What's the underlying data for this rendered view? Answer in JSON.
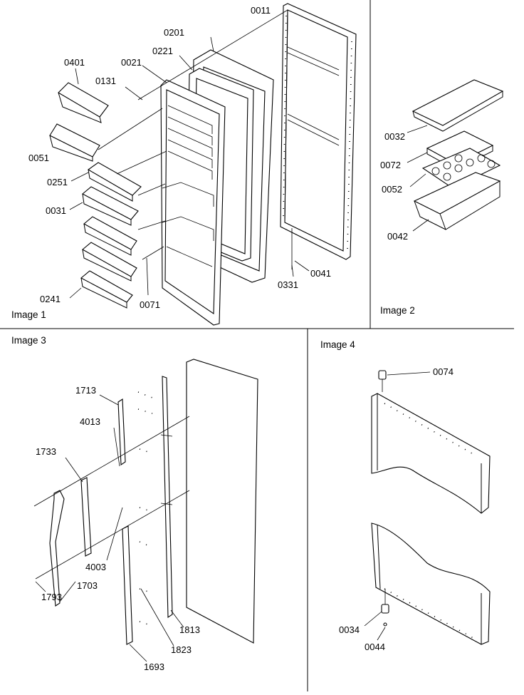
{
  "panels": [
    {
      "key": "image1",
      "title": "Image 1"
    },
    {
      "key": "image2",
      "title": "Image 2"
    },
    {
      "key": "image3",
      "title": "Image 3"
    },
    {
      "key": "image4",
      "title": "Image 4"
    }
  ],
  "parts": {
    "image1": [
      "0011",
      "0201",
      "0221",
      "0021",
      "0401",
      "0131",
      "0051",
      "0251",
      "0031",
      "0241",
      "0071",
      "0331",
      "0041"
    ],
    "image2": [
      "0032",
      "0072",
      "0052",
      "0042"
    ],
    "image3": [
      "1713",
      "4013",
      "1733",
      "4003",
      "1703",
      "1793",
      "1813",
      "1823",
      "1693"
    ],
    "image4": [
      "0074",
      "0034",
      "0044"
    ]
  }
}
